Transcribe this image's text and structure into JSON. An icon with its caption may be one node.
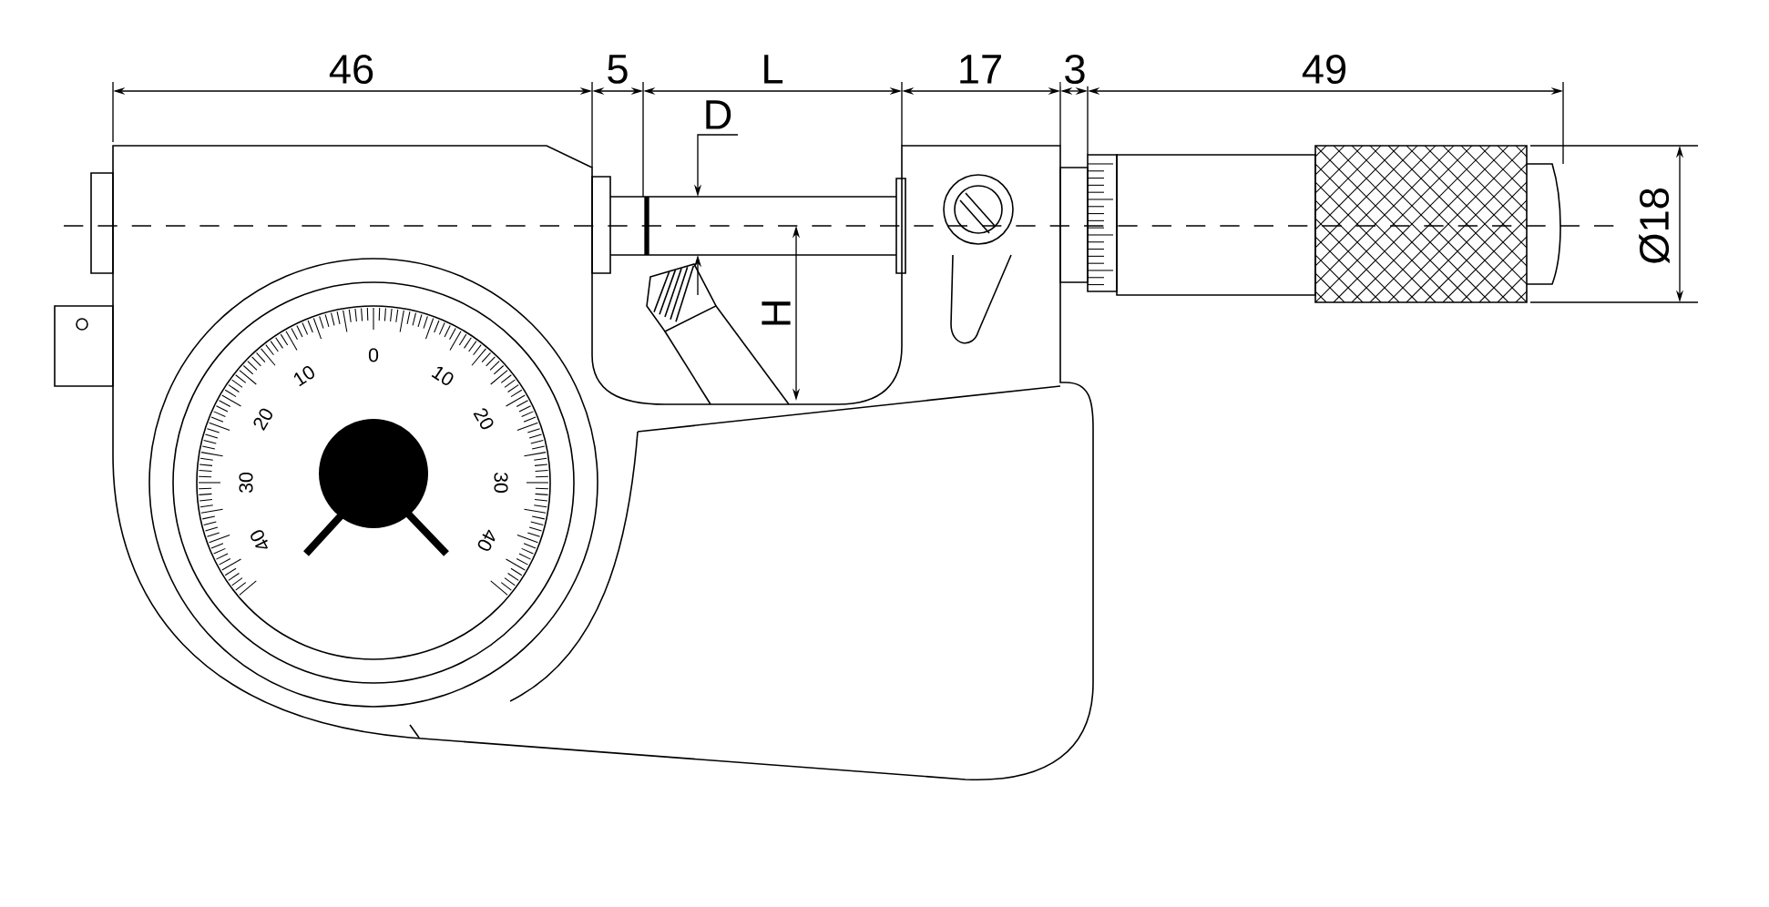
{
  "diagram": {
    "labels": [
      "46",
      "5",
      "L",
      "17",
      "3",
      "49",
      "D",
      "H",
      "Ø18",
      "10",
      "0",
      "10",
      "20",
      "20",
      "30",
      "30",
      "40",
      "40"
    ]
  }
}
